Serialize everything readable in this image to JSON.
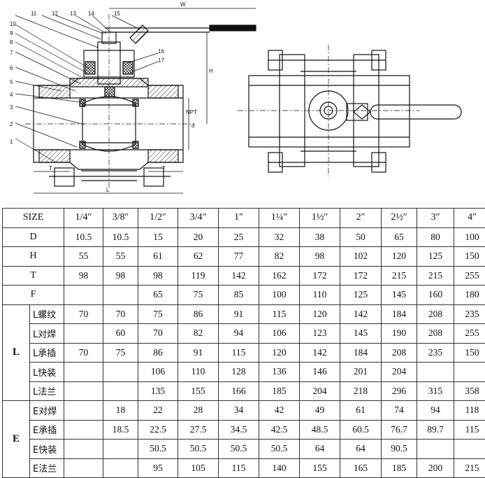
{
  "drawing": {
    "callouts": [
      "1",
      "2",
      "3",
      "4",
      "5",
      "6",
      "7",
      "8",
      "9",
      "10",
      "11",
      "12",
      "13",
      "14",
      "15",
      "16",
      "17"
    ],
    "dims": {
      "W": "W",
      "H": "H",
      "T_left": "T",
      "T_right": "T",
      "L": "L",
      "d": "d",
      "npt": "NPT"
    }
  },
  "table": {
    "header": {
      "label": "SIZE",
      "sizes": [
        "1/4″",
        "3/8″",
        "1/2″",
        "3/4″",
        "1″",
        "1¼″",
        "1½″",
        "2″",
        "2½″",
        "3″",
        "4″"
      ]
    },
    "rows": [
      {
        "label": "D",
        "values": [
          "10.5",
          "10.5",
          "15",
          "20",
          "25",
          "32",
          "38",
          "50",
          "65",
          "80",
          "100"
        ]
      },
      {
        "label": "H",
        "values": [
          "55",
          "55",
          "61",
          "62",
          "77",
          "82",
          "98",
          "102",
          "120",
          "125",
          "150"
        ]
      },
      {
        "label": "T",
        "values": [
          "98",
          "98",
          "98",
          "119",
          "142",
          "162",
          "172",
          "172",
          "215",
          "215",
          "255"
        ]
      },
      {
        "label": "F",
        "values": [
          "",
          "",
          "65",
          "75",
          "85",
          "100",
          "110",
          "125",
          "145",
          "160",
          "180"
        ]
      }
    ],
    "group_L": {
      "label": "L",
      "rows": [
        {
          "label": "L螺纹",
          "values": [
            "70",
            "70",
            "75",
            "86",
            "91",
            "115",
            "120",
            "142",
            "184",
            "208",
            "235"
          ]
        },
        {
          "label": "L对焊",
          "values": [
            "",
            "60",
            "70",
            "82",
            "94",
            "106",
            "123",
            "145",
            "190",
            "208",
            "255"
          ]
        },
        {
          "label": "L承插",
          "values": [
            "70",
            "75",
            "86",
            "91",
            "115",
            "120",
            "142",
            "184",
            "208",
            "235",
            "150"
          ]
        },
        {
          "label": "L快装",
          "values": [
            "",
            "",
            "106",
            "110",
            "128",
            "136",
            "146",
            "201",
            "204",
            "",
            ""
          ]
        },
        {
          "label": "L法兰",
          "values": [
            "",
            "",
            "135",
            "155",
            "166",
            "185",
            "204",
            "218",
            "296",
            "315",
            "358"
          ]
        }
      ]
    },
    "group_E": {
      "label": "E",
      "rows": [
        {
          "label": "E对焊",
          "values": [
            "",
            "18",
            "22",
            "28",
            "34",
            "42",
            "49",
            "61",
            "74",
            "94",
            "118"
          ]
        },
        {
          "label": "E承插",
          "values": [
            "",
            "18.5",
            "22.5",
            "27.5",
            "34.5",
            "42.5",
            "48.5",
            "60.5",
            "76.7",
            "89.7",
            "115"
          ]
        },
        {
          "label": "E快装",
          "values": [
            "",
            "",
            "50.5",
            "50.5",
            "50.5",
            "50.5",
            "64",
            "64",
            "90.5",
            "",
            ""
          ]
        },
        {
          "label": "E法兰",
          "values": [
            "",
            "",
            "95",
            "105",
            "115",
            "140",
            "155",
            "165",
            "185",
            "200",
            "215"
          ]
        }
      ]
    }
  }
}
